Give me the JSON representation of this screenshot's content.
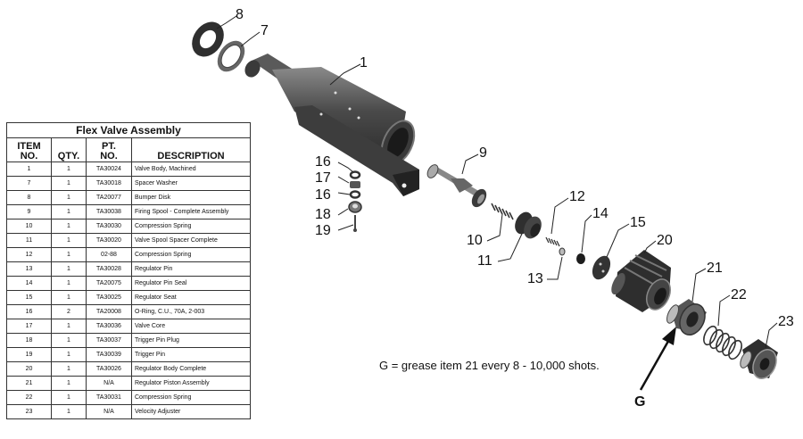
{
  "table": {
    "title": "Flex Valve Assembly",
    "headers": {
      "item": [
        "ITEM",
        "NO."
      ],
      "qty": [
        "QTY."
      ],
      "pt": [
        "PT.",
        "NO."
      ],
      "desc": [
        "DESCRIPTION"
      ]
    },
    "rows": [
      {
        "item": "1",
        "qty": "1",
        "pt": "TA30024",
        "desc": "Valve Body, Machined"
      },
      {
        "item": "7",
        "qty": "1",
        "pt": "TA30018",
        "desc": "Spacer Washer"
      },
      {
        "item": "8",
        "qty": "1",
        "pt": "TA20077",
        "desc": "Bumper Disk"
      },
      {
        "item": "9",
        "qty": "1",
        "pt": "TA30038",
        "desc": "Firing Spool - Complete Assembly"
      },
      {
        "item": "10",
        "qty": "1",
        "pt": "TA30030",
        "desc": "Compression Spring"
      },
      {
        "item": "11",
        "qty": "1",
        "pt": "TA30020",
        "desc": "Valve Spool Spacer Complete"
      },
      {
        "item": "12",
        "qty": "1",
        "pt": "02-88",
        "desc": "Compression Spring"
      },
      {
        "item": "13",
        "qty": "1",
        "pt": "TA30028",
        "desc": "Regulator Pin"
      },
      {
        "item": "14",
        "qty": "1",
        "pt": "TA20075",
        "desc": "Regulator Pin Seal"
      },
      {
        "item": "15",
        "qty": "1",
        "pt": "TA30025",
        "desc": "Regulator Seat"
      },
      {
        "item": "16",
        "qty": "2",
        "pt": "TA20008",
        "desc": "O-Ring, C.U., 70A, 2-003"
      },
      {
        "item": "17",
        "qty": "1",
        "pt": "TA30036",
        "desc": "Valve Core"
      },
      {
        "item": "18",
        "qty": "1",
        "pt": "TA30037",
        "desc": "Trigger Pin Plug"
      },
      {
        "item": "19",
        "qty": "1",
        "pt": "TA30039",
        "desc": "Trigger Pin"
      },
      {
        "item": "20",
        "qty": "1",
        "pt": "TA30026",
        "desc": "Regulator Body Complete"
      },
      {
        "item": "21",
        "qty": "1",
        "pt": "N/A",
        "desc": "Regulator Piston Assembly"
      },
      {
        "item": "22",
        "qty": "1",
        "pt": "TA30031",
        "desc": "Compression Spring"
      },
      {
        "item": "23",
        "qty": "1",
        "pt": "N/A",
        "desc": "Velocity Adjuster"
      }
    ]
  },
  "callouts": {
    "c1": "1",
    "c7": "7",
    "c8": "8",
    "c9": "9",
    "c10": "10",
    "c11": "11",
    "c12": "12",
    "c13": "13",
    "c14": "14",
    "c15": "15",
    "c16a": "16",
    "c17": "17",
    "c16b": "16",
    "c18": "18",
    "c19": "19",
    "c20": "20",
    "c21": "21",
    "c22": "22",
    "c23": "23"
  },
  "note": "G = grease item 21 every 8 - 10,000 shots.",
  "grease_label": "G",
  "colors": {
    "part": "#555555",
    "part_dark": "#2b2b2b",
    "part_light": "#9a9a9a",
    "line": "#222222"
  }
}
